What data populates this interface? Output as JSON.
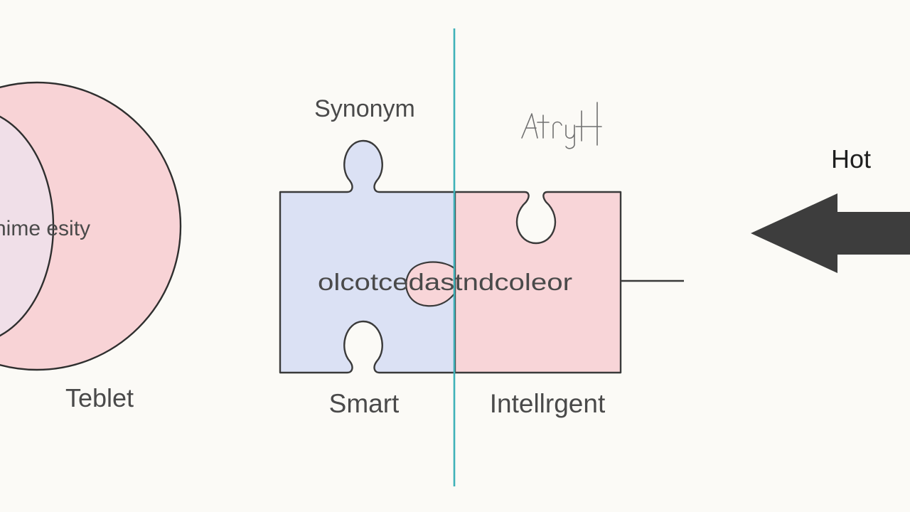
{
  "venn": {
    "inner_label": "hime esity",
    "caption": "Teblet",
    "colors": {
      "outer_fill": "#f8d3d6",
      "inner_fill": "#f0dfe8",
      "outline": "#2f2f2f"
    }
  },
  "puzzle": {
    "top_label": "Synonym",
    "center_label": "olcotcedastndcoleor",
    "left_caption": "Smart",
    "right_caption": "Intellrgent",
    "handwritten_note": "Atrujt",
    "colors": {
      "left_fill": "#dbe1f4",
      "right_fill": "#f8d5d8",
      "outline": "#3a3a3a",
      "divider": "#3fb1b8"
    }
  },
  "arrow": {
    "label": "Hot",
    "direction": "left",
    "color": "#3d3d3d"
  }
}
